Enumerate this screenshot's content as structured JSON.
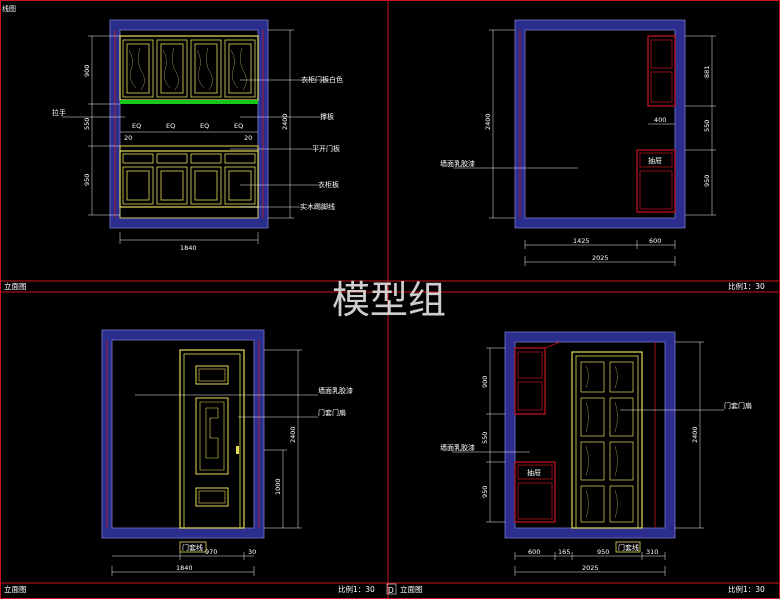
{
  "corner_title": "线图",
  "watermark": "模型组",
  "panels": {
    "top_left": {
      "footer_left": "立面图",
      "footer_right": "比例1：30",
      "labels": [
        "衣柜门板白色",
        "拉手",
        "撑板",
        "平开门板",
        "衣柜板",
        "实木踢脚线"
      ],
      "eq": [
        "EQ",
        "EQ",
        "EQ",
        "EQ"
      ],
      "dims_left": [
        "900",
        "550",
        "950"
      ],
      "dims_small": [
        "20",
        "20"
      ],
      "dim_right": "2400",
      "dim_bottom": "1840"
    },
    "top_right": {
      "footer_right": "比例1：30",
      "labels": [
        "墙面乳胶漆",
        "抽屉"
      ],
      "dims_left": [
        "2400"
      ],
      "dims_right": [
        "881",
        "550",
        "950"
      ],
      "dim_mid": "400",
      "dims_bottom": [
        "1425",
        "600"
      ],
      "dim_total": "2025"
    },
    "bottom_left": {
      "footer_left": "立面图",
      "footer_right": "比例1：30",
      "labels": [
        "墙面乳胶漆",
        "门套门扇",
        "门套线"
      ],
      "dims_right": [
        "2400",
        "1000"
      ],
      "dims_bottom": [
        "970",
        "30"
      ],
      "dim_total": "1840"
    },
    "bottom_right": {
      "marker": "D",
      "footer_left": "立面图",
      "footer_right": "比例1：30",
      "labels": [
        "墙面乳胶漆",
        "抽屉",
        "门套门扇",
        "门套线"
      ],
      "dims_left": [
        "900",
        "550",
        "950"
      ],
      "dim_right": "2400",
      "dims_bottom": [
        "600",
        "165",
        "950",
        "310"
      ],
      "dim_total": "2025"
    }
  },
  "colors": {
    "wall_fill": "#2b2e8c",
    "wall_edge": "#7a7ad6",
    "frame_red": "#c8141e",
    "cabinet_yellow": "#e6dc5a",
    "green_strip": "#19c81e",
    "white_line": "#f0f0f0"
  }
}
